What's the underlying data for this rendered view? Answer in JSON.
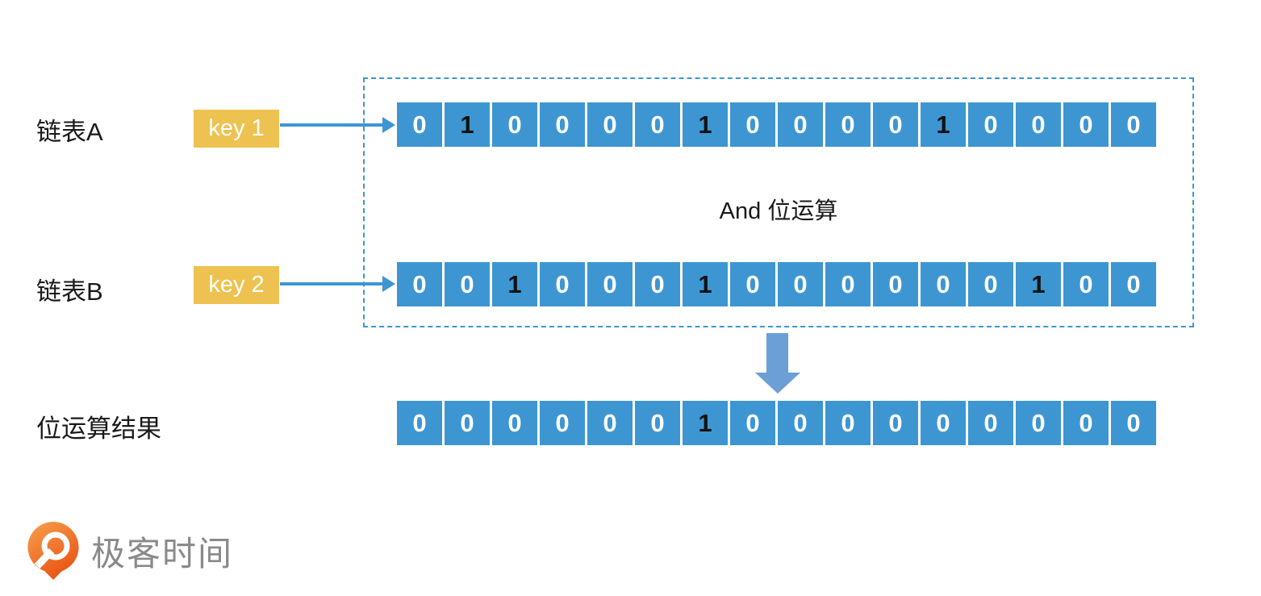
{
  "diagram": {
    "row_a": {
      "label": "链表A",
      "key_label": "key 1",
      "bits": [
        0,
        1,
        0,
        0,
        0,
        0,
        1,
        0,
        0,
        0,
        0,
        1,
        0,
        0,
        0,
        0
      ]
    },
    "row_b": {
      "label": "链表B",
      "key_label": "key 2",
      "bits": [
        0,
        0,
        1,
        0,
        0,
        0,
        1,
        0,
        0,
        0,
        0,
        0,
        0,
        1,
        0,
        0
      ]
    },
    "operation_label": "And 位运算",
    "result": {
      "label": "位运算结果",
      "bits": [
        0,
        0,
        0,
        0,
        0,
        0,
        1,
        0,
        0,
        0,
        0,
        0,
        0,
        0,
        0,
        0
      ]
    }
  },
  "logo": {
    "text": "极客时间",
    "icon": "geektime-q-pin-icon"
  },
  "colors": {
    "cell_blue": "#3d96d2",
    "key_yellow": "#eec250",
    "bit_one_text": "#121212",
    "bit_zero_text": "#ffffff",
    "arrow_blue": "#3d96d2",
    "down_arrow_blue": "#6b9fd6",
    "dotted_border_blue": "#3d96d2",
    "logo_orange_top": "#f6a14d",
    "logo_orange_bottom": "#ea5514",
    "logo_text_gray": "#8a8a8a"
  }
}
